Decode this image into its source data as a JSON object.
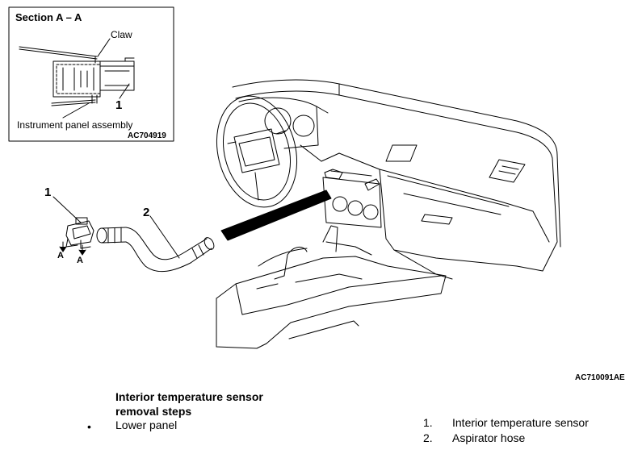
{
  "inset": {
    "title": "Section A – A",
    "claw_label": "Claw",
    "callout": "1",
    "panel_label": "Instrument panel assembly",
    "code": "AC704919"
  },
  "main": {
    "callout_sensor": "1",
    "callout_hose": "2",
    "arrow_a_left": "A",
    "arrow_a_right": "A",
    "code": "AC710091AE"
  },
  "steps": {
    "title": "Interior temperature sensor removal steps",
    "bullet": "•",
    "items": [
      "Lower panel"
    ]
  },
  "legend": [
    {
      "num": "1.",
      "text": "Interior temperature sensor"
    },
    {
      "num": "2.",
      "text": "Aspirator hose"
    }
  ]
}
